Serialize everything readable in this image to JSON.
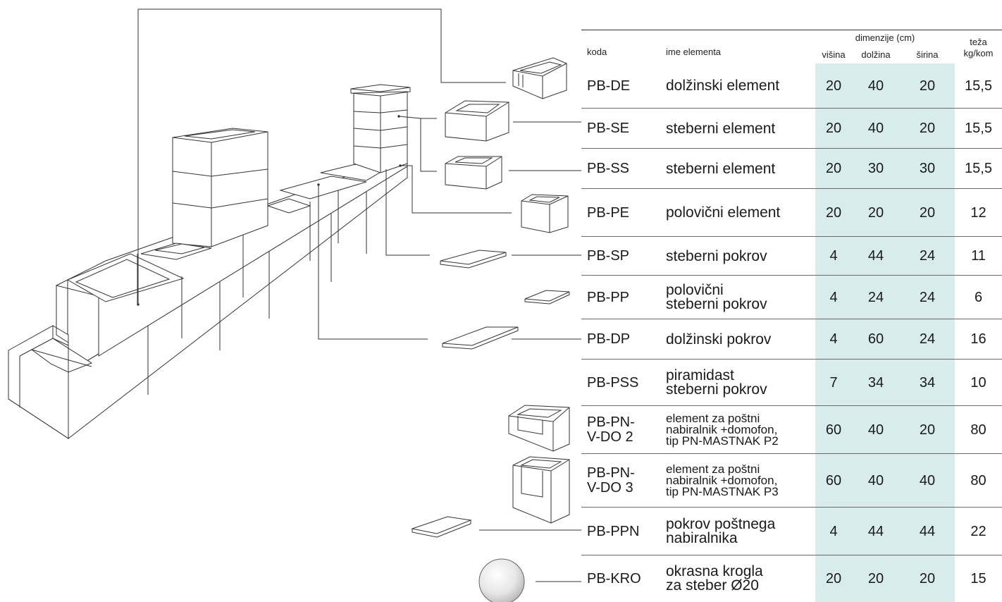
{
  "table": {
    "header": {
      "code": "koda",
      "name": "ime elementa",
      "dimensions": "dimenzije (cm)",
      "height": "višina",
      "length": "dolžina",
      "width": "širina",
      "weight_line1": "teža",
      "weight_line2": "kg/kom"
    },
    "rows": [
      {
        "code": "PB-DE",
        "name": "dolžinski element",
        "height": "20",
        "length": "40",
        "width": "20",
        "weight": "15,5"
      },
      {
        "code": "PB-SE",
        "name": "steberni element",
        "height": "20",
        "length": "40",
        "width": "20",
        "weight": "15,5"
      },
      {
        "code": "PB-SS",
        "name": "steberni element",
        "height": "20",
        "length": "30",
        "width": "30",
        "weight": "15,5"
      },
      {
        "code": "PB-PE",
        "name": "polovični element",
        "height": "20",
        "length": "20",
        "width": "20",
        "weight": "12"
      },
      {
        "code": "PB-SP",
        "name": "steberni pokrov",
        "height": "4",
        "length": "44",
        "width": "24",
        "weight": "11"
      },
      {
        "code": "PB-PP",
        "name": "polovični\nsteberni pokrov",
        "height": "4",
        "length": "24",
        "width": "24",
        "weight": "6"
      },
      {
        "code": "PB-DP",
        "name": "dolžinski pokrov",
        "height": "4",
        "length": "60",
        "width": "24",
        "weight": "16"
      },
      {
        "code": "PB-PSS",
        "name": "piramidast\nsteberni pokrov",
        "height": "7",
        "length": "34",
        "width": "34",
        "weight": "10"
      },
      {
        "code": "PB-PN-\nV-DO 2",
        "name": "element za poštni\nnabiralnik +domofon,\ntip PN-MASTNAK P2",
        "height": "60",
        "length": "40",
        "width": "20",
        "weight": "80",
        "small": true
      },
      {
        "code": "PB-PN-\nV-DO 3",
        "name": "element za poštni\nnabiralnik +domofon,\ntip PN-MASTNAK P3",
        "height": "60",
        "length": "40",
        "width": "40",
        "weight": "80",
        "small": true
      },
      {
        "code": "PB-PPN",
        "name": "pokrov poštnega\nnabiralnika",
        "height": "4",
        "length": "44",
        "width": "44",
        "weight": "22"
      },
      {
        "code": "PB-KRO",
        "name": "okrasna krogla\nza steber Ø20",
        "height": "20",
        "length": "20",
        "width": "20",
        "weight": "15"
      }
    ]
  },
  "colors": {
    "dimension_shade": "#d8eceb",
    "line": "#333333"
  }
}
